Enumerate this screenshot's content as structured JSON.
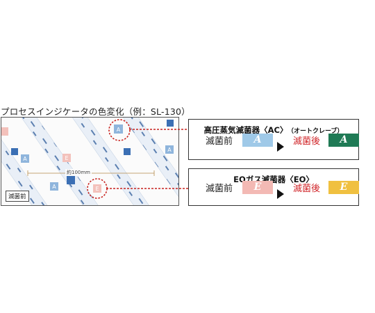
{
  "title": "プロセスインジケータの色変化（例：SL-130）",
  "sample": {
    "before_tag": "滅菌前",
    "measure": "約100mm"
  },
  "ac_panel": {
    "title": "高圧蒸気滅菌器〈AC〉",
    "subtitle": "（オートクレーブ）",
    "before_label": "滅菌前",
    "after_label": "滅菌後",
    "before_letter": "A",
    "after_letter": "A",
    "before_color": "#9fc9e8",
    "after_color": "#1f7a55"
  },
  "eo_panel": {
    "title": "EOガス滅菌器〈EO〉",
    "before_label": "滅菌前",
    "after_label": "滅菌後",
    "before_letter": "E",
    "after_letter": "E",
    "before_color": "#f3b9b4",
    "after_color": "#f0c040"
  },
  "colors": {
    "accent_red": "#c8231f"
  }
}
